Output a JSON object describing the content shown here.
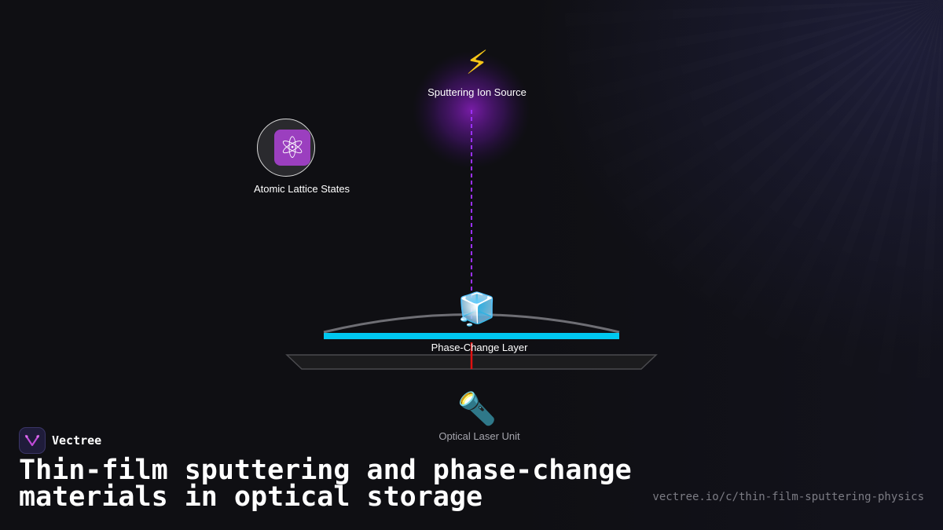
{
  "diagram": {
    "nodes": {
      "ion_source": {
        "label": "Sputtering Ion Source",
        "icon": "lightning-icon",
        "glyph": "⚡"
      },
      "lattice": {
        "label": "Atomic Lattice States",
        "icon": "atom-icon",
        "glyph": "⚛"
      },
      "phase_layer": {
        "label": "Phase-Change Layer",
        "icon": "ice-cube-icon",
        "glyph": "🧊"
      },
      "laser": {
        "label": "Optical Laser Unit",
        "icon": "flashlight-icon",
        "glyph": "🔦"
      }
    },
    "colors": {
      "beam": "#9b30ff",
      "laser": "#e01010",
      "film": "#00c8f0",
      "glow": "#7a1fb0",
      "lattice_badge": "#9b3fbf"
    }
  },
  "footer": {
    "brand": "Vectree",
    "title": "Thin-film sputtering and phase-change materials in optical storage",
    "url": "vectree.io/c/thin-film-sputtering-physics"
  }
}
